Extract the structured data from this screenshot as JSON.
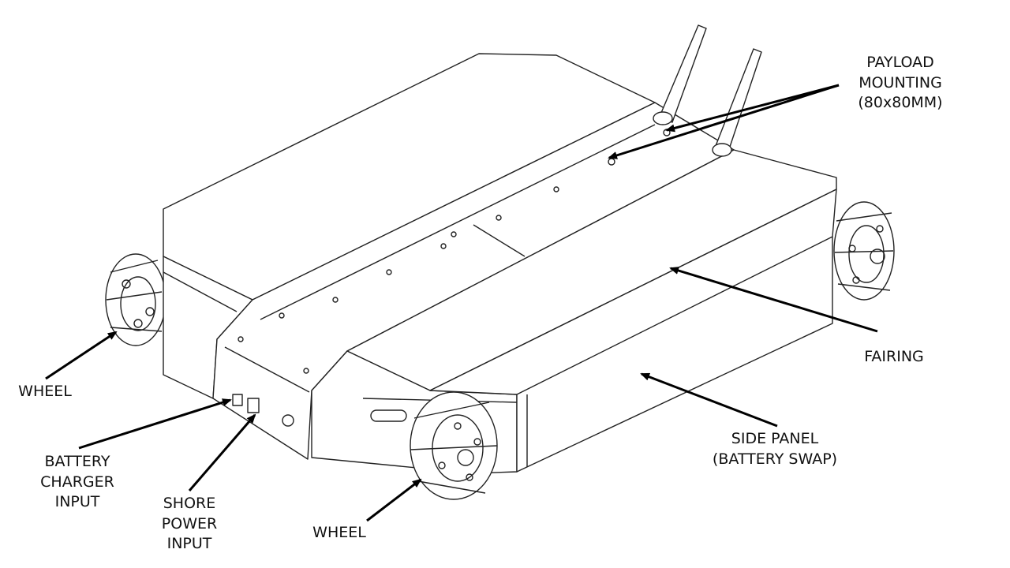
{
  "labels": {
    "payload": [
      "PAYLOAD",
      "MOUNTING",
      "(80x80MM)"
    ],
    "fairing": "FAIRING",
    "side_panel": [
      "SIDE PANEL",
      "(BATTERY SWAP)"
    ],
    "wheel_left": "WHEEL",
    "wheel_bottom": "WHEEL",
    "battery_charger": [
      "BATTERY",
      "CHARGER",
      "INPUT"
    ],
    "shore_power": [
      "SHORE",
      "POWER",
      "INPUT"
    ]
  },
  "colors": {
    "line": "#111111",
    "background": "#ffffff"
  }
}
